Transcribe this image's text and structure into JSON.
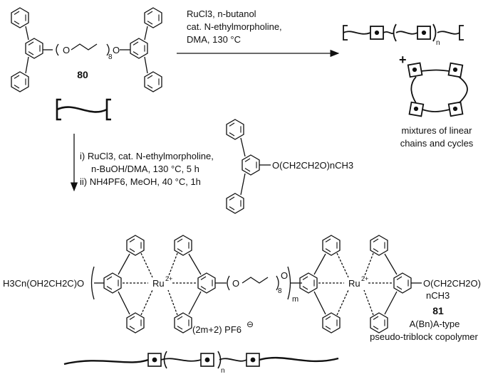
{
  "top_reaction": {
    "conditions": [
      "RuCl3, n-butanol",
      "cat. N-ethylmorpholine,",
      "DMA, 130 °C"
    ],
    "product_caption": [
      "mixtures of linear",
      "chains and cycles"
    ],
    "plus": "+",
    "repeat_subscript": "n"
  },
  "monomer": {
    "compound_number": "80",
    "linker_text": "O",
    "linker_subscript": "8",
    "linker_end": "O"
  },
  "bottom_reaction": {
    "step1": [
      "i) RuCl3, cat. N-ethylmorpholine,",
      "n-BuOH/DMA, 130 °C, 5 h"
    ],
    "step2": "ii) NH4PF6, MeOH, 40 °C, 1h",
    "endcapper_substituent": "O(CH2CH2O)nCH3"
  },
  "product": {
    "left_end_group": "H3Cn(OH2CH2C)O",
    "metal": "Ru",
    "metal_charge": "2+",
    "linker_subscript": "8",
    "repeat_subscript": "m",
    "counter_ion": "(2m+2) PF6",
    "right_end_group": [
      "O(CH2CH2O)",
      "nCH3"
    ],
    "compound_number": "81",
    "type_label": "A(Bn)A-type",
    "copolymer_label": "pseudo-triblock copolymer",
    "cartoon_subscript": "n"
  }
}
